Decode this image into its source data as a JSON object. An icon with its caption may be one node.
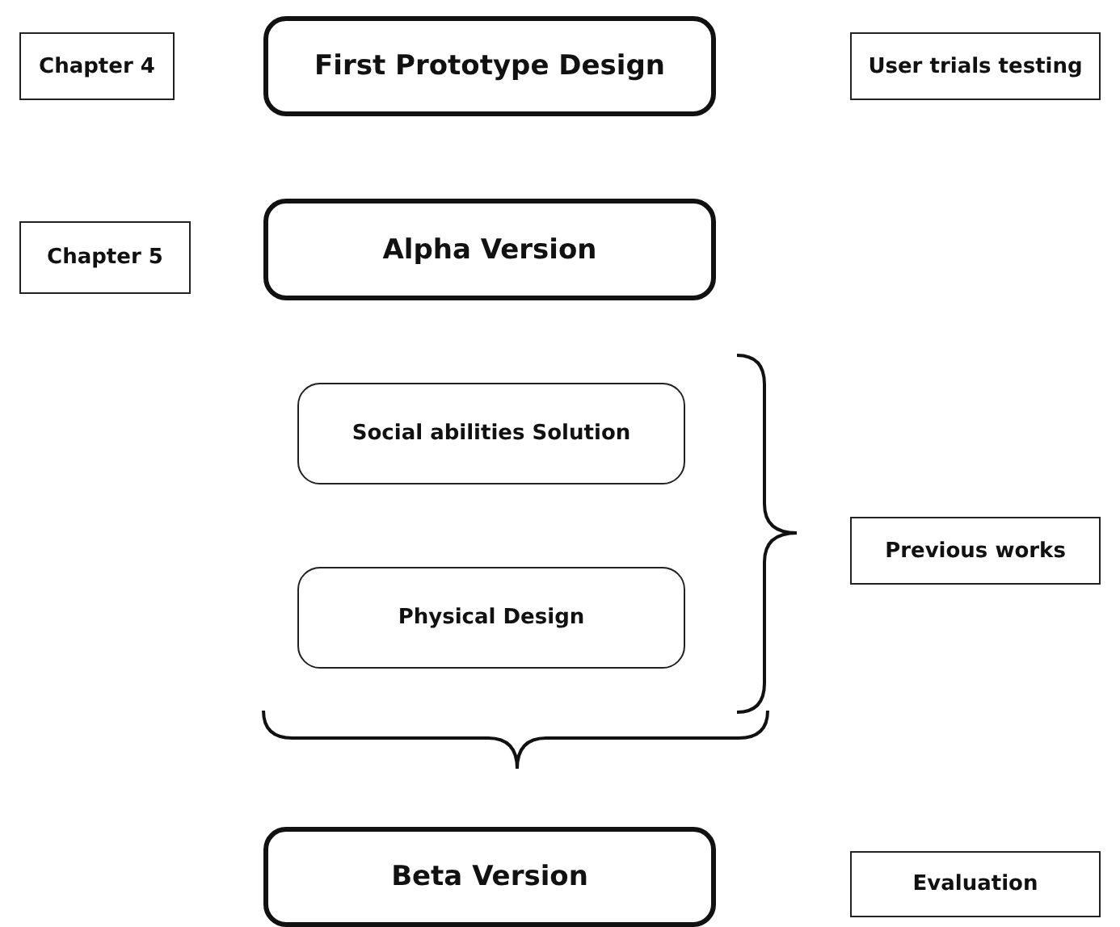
{
  "diagram": {
    "nodes": [
      {
        "text": [
          "Chapter 4"
        ]
      },
      {
        "text": [
          "First Prototype Design"
        ]
      },
      {
        "text": [
          "User trials testing"
        ]
      },
      {
        "text": [
          "Chapter 5"
        ]
      },
      {
        "text": [
          "Alpha Version"
        ]
      },
      {
        "text": [
          "Social abilities Solution"
        ]
      },
      {
        "text": [
          "Physical Design"
        ]
      },
      {
        "text": [
          "Previous works"
        ]
      },
      {
        "text": [
          "Beta Version"
        ]
      },
      {
        "text": [
          "Evaluation"
        ]
      }
    ]
  }
}
